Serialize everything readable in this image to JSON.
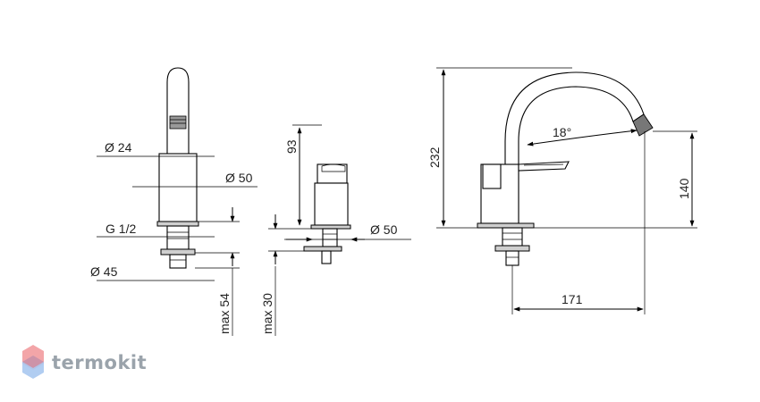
{
  "brand": {
    "name": "termokit",
    "logo_colors": [
      "#f3a5a8",
      "#e56b73",
      "#a9c8f0",
      "#6e9fe0"
    ]
  },
  "dimensions": {
    "spout_diameter": "Ø 24",
    "body_diameter_left": "Ø 50",
    "thread": "G 1/2",
    "base_diameter": "Ø 45",
    "max_left": "max 54",
    "handle_height": "93",
    "max_mid": "max 30",
    "body_diameter_mid": "Ø 50",
    "total_height": "232",
    "outlet_height": "140",
    "angle": "18°",
    "reach": "171"
  }
}
